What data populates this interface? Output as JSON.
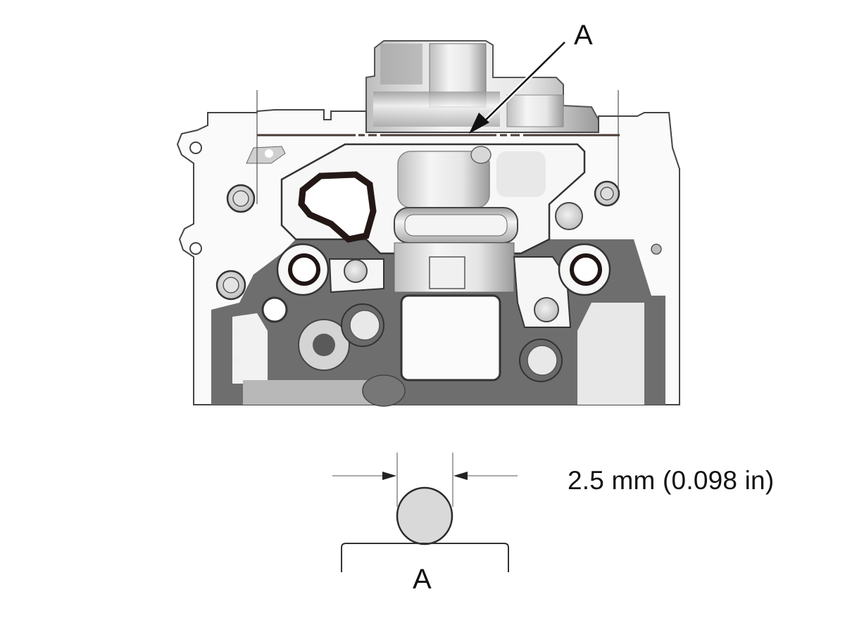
{
  "figure": {
    "type": "service-manual-illustration",
    "subject": "cylinder head / camshaft housing top view with sealant bead line",
    "callouts": {
      "top_label": "A",
      "bottom_label": "A"
    },
    "detail": {
      "description": "sealant bead cross-section",
      "dimension_text": "2.5 mm (0.098 in)",
      "bead_diameter_mm": 2.5,
      "bead_diameter_in": 0.098
    },
    "colors": {
      "line": "#1a1a1a",
      "bead_line": "#4a3a36",
      "bead_fill": "#d9d9d9",
      "casting_light": "#f4f4f4",
      "casting_mid": "#cfcfcf",
      "casting_dark": "#555555",
      "background": "#ffffff"
    }
  }
}
